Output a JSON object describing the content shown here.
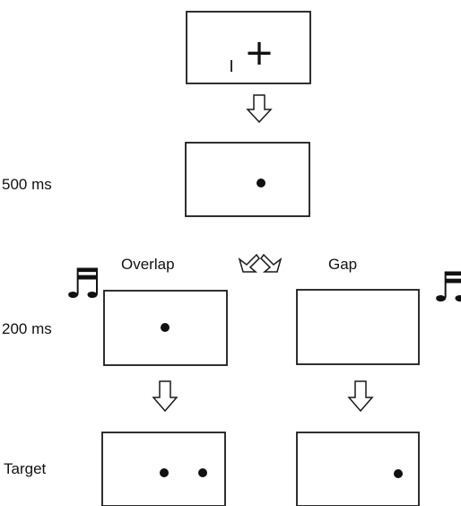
{
  "fixation_screen": {
    "plus_symbol": "+",
    "marker": "I"
  },
  "labels": {
    "time_500": "500 ms",
    "time_200": "200 ms",
    "target": "Target",
    "overlap": "Overlap",
    "gap": "Gap"
  },
  "icons": {
    "music_note_left": "music-note-icon",
    "music_note_right": "music-note-icon",
    "down_arrows": "hollow-down-arrow-icon",
    "split_arrow": "split-arrow-icon"
  },
  "note_glyph": "♬"
}
